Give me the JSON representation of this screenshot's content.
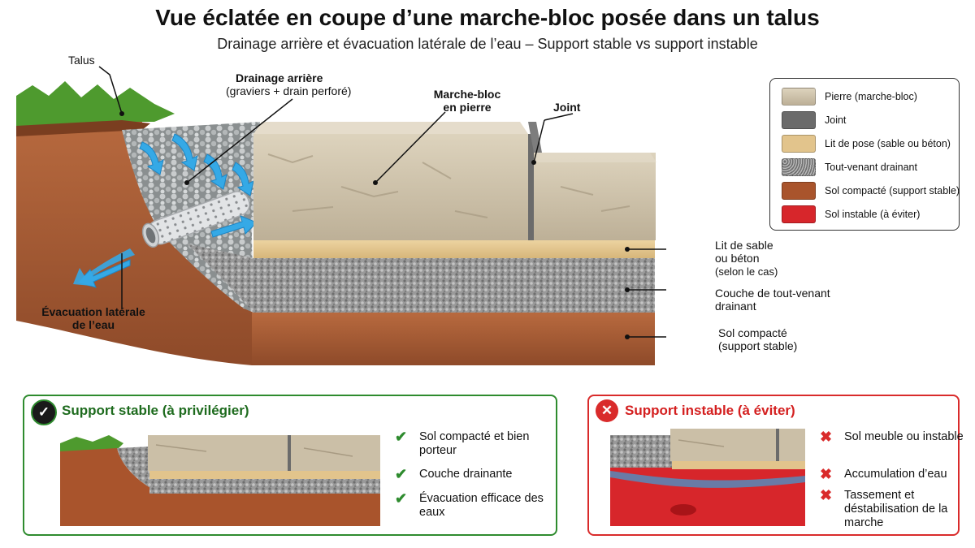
{
  "header": {
    "title": "Vue éclatée en coupe d’une marche-bloc posée dans un talus",
    "subtitle": "Drainage arrière et évacuation latérale de l’eau – Support stable vs support instable"
  },
  "callouts": {
    "talus": "Talus",
    "drainage_title": "Drainage arrière",
    "drainage_detail": "(graviers + drain perforé)",
    "marche_line1": "Marche-bloc",
    "marche_line2": "en pierre",
    "joint": "Joint",
    "evacuation_line1": "Évacuation latérale",
    "evacuation_line2": "de l’eau",
    "lit_line1": "Lit de sable",
    "lit_line2": "ou béton",
    "lit_line3": "(selon le cas)",
    "toutvenant_line1": "Couche de tout-venant",
    "toutvenant_line2": "drainant",
    "sol_line1": "Sol compacté",
    "sol_line2": "(support stable)"
  },
  "legend": {
    "items": [
      {
        "label": "Pierre (marche-bloc)",
        "color": "#cbbfa7"
      },
      {
        "label": "Joint",
        "color": "#6b6b6b"
      },
      {
        "label": "Lit de pose (sable ou béton)",
        "color": "#e2c48c"
      },
      {
        "label": "Tout-venant drainant",
        "color": "#8d8d8d"
      },
      {
        "label": "Sol compacté (support stable)",
        "color": "#a9542c"
      },
      {
        "label": "Sol instable (à éviter)",
        "color": "#d7262b"
      }
    ]
  },
  "stable": {
    "title": "Support stable (à privilégier)",
    "badge": "✓",
    "items": [
      {
        "mark": "✔",
        "text": "Sol compacté et bien porteur"
      },
      {
        "mark": "✔",
        "text": "Couche drainante"
      },
      {
        "mark": "✔",
        "text": "Évacuation efficace des eaux"
      }
    ]
  },
  "unstable": {
    "title": "Support instable (à éviter)",
    "badge": "✕",
    "items": [
      {
        "mark": "✖",
        "text": "Sol meuble ou instable"
      },
      {
        "mark": "✖",
        "text": "Accumulation d’eau"
      },
      {
        "mark": "✖",
        "text": "Tassement et déstabilisation de la marche"
      }
    ]
  }
}
